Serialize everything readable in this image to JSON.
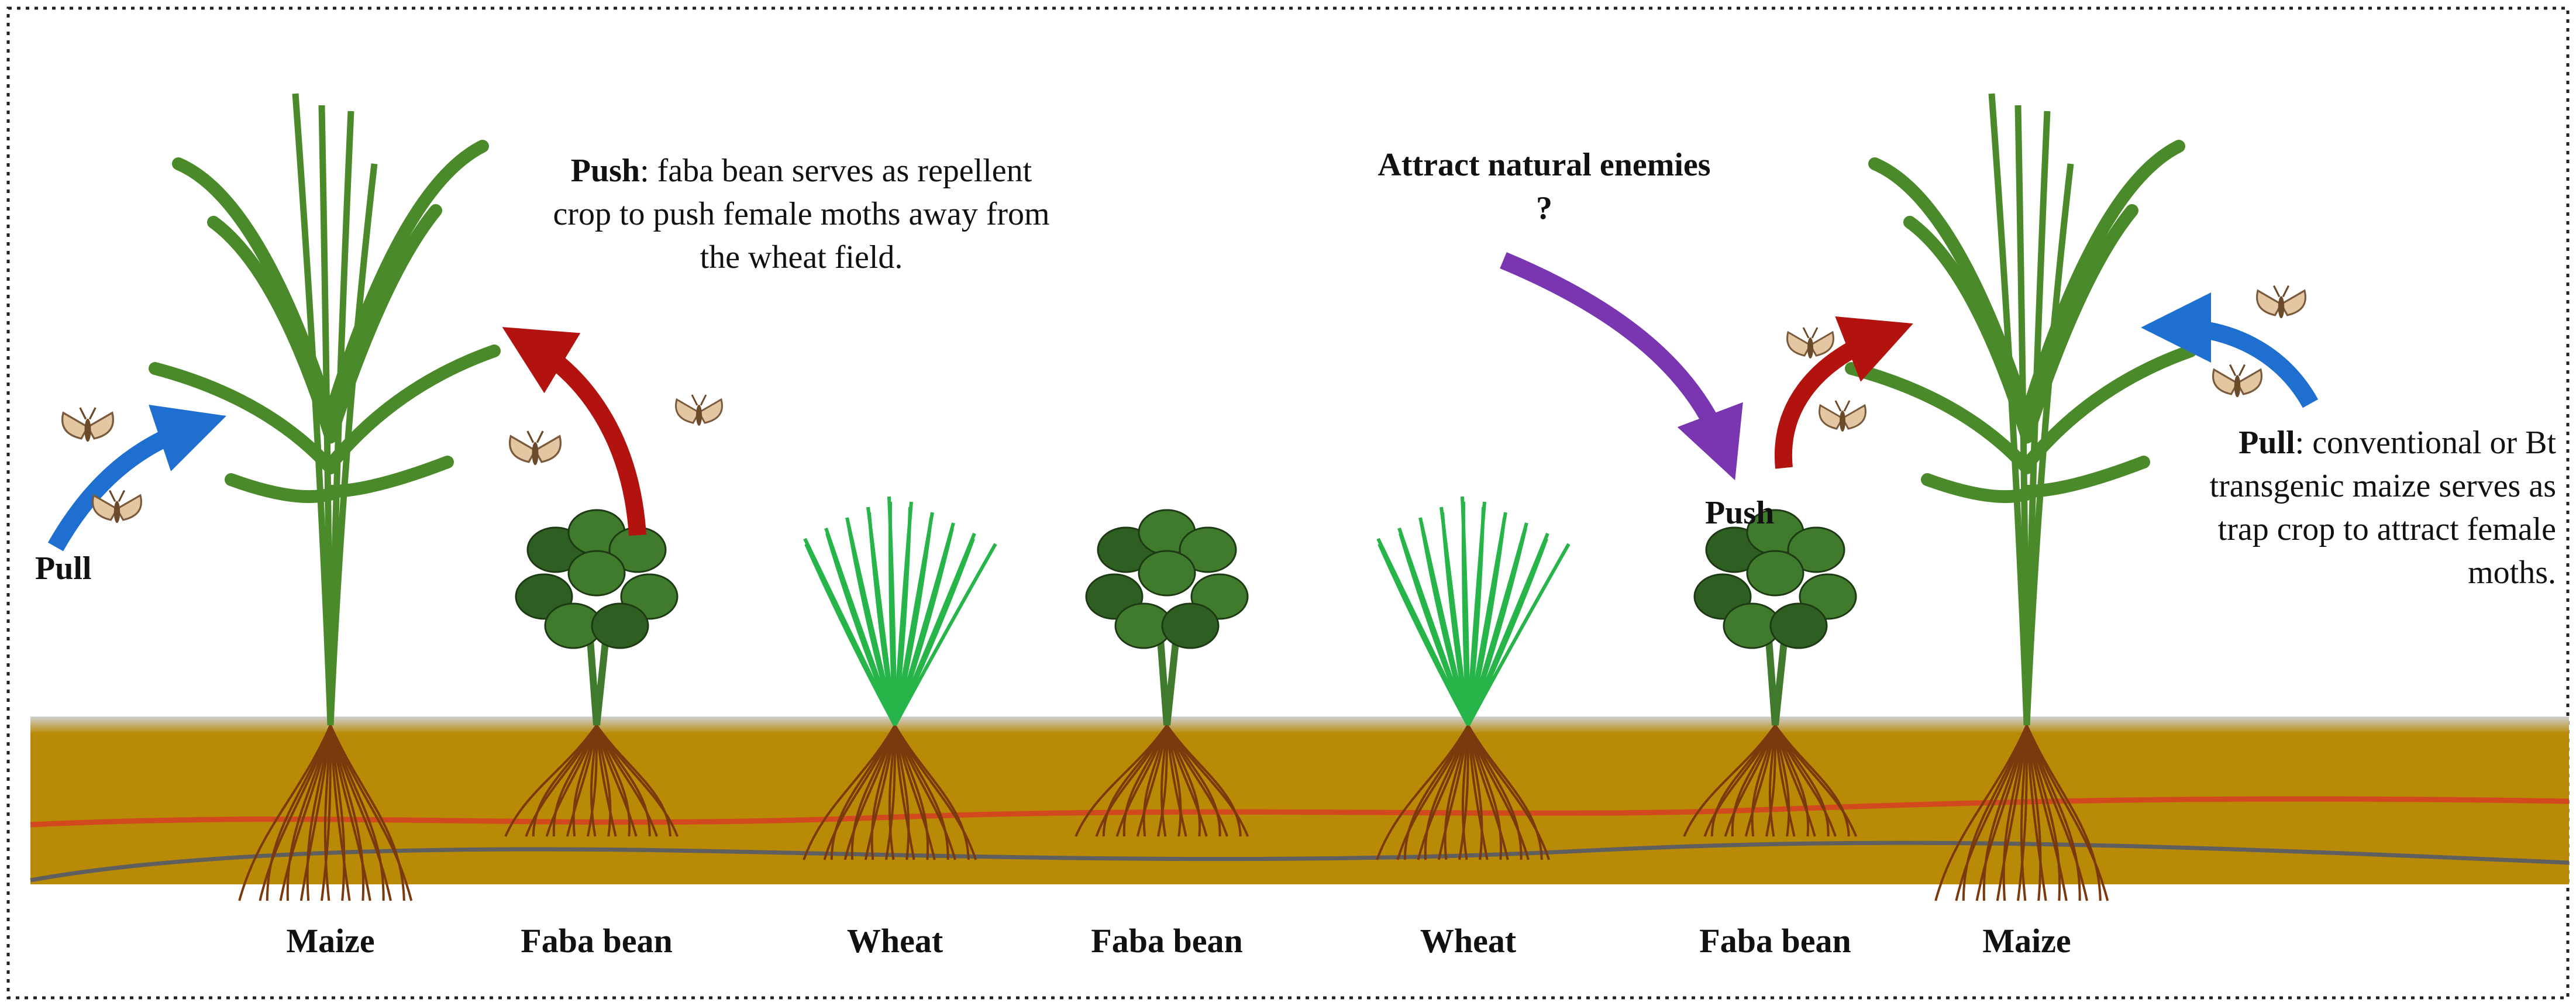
{
  "annotations": {
    "push_left": {
      "title": "Push",
      "body": ": faba bean serves as repellent crop to push female moths away from the wheat field."
    },
    "attract": {
      "title": "Attract natural enemies ?"
    },
    "push_right": {
      "title": "Push"
    },
    "pull_left": {
      "title": "Pull"
    },
    "pull_right": {
      "title": "Pull",
      "body": ": conventional or Bt transgenic maize serves as trap crop to attract female moths."
    }
  },
  "crops": [
    "Maize",
    "Faba bean",
    "Wheat",
    "Faba bean",
    "Wheat",
    "Faba bean",
    "Maize"
  ],
  "colors": {
    "soil": "#b88a06",
    "soil_line_orange": "#d2491f",
    "soil_line_gray": "#5f5f5f",
    "maize_leaf": "#4b8a2a",
    "faba_leaf": "#3f7a2d",
    "wheat_leaf": "#27b54a",
    "root": "#7a3a0e",
    "arrow_blue": "#1f6fd1",
    "arrow_red": "#b3130f",
    "arrow_purple": "#7a35b0"
  },
  "icons": [
    "moth-icon",
    "push-arrow-icon",
    "pull-arrow-icon",
    "attract-arrow-icon"
  ]
}
